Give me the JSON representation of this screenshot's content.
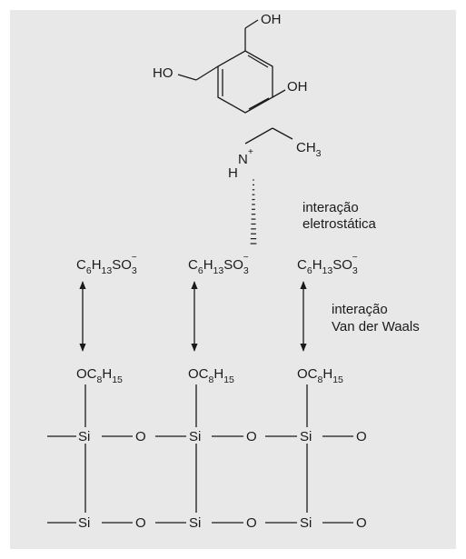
{
  "colors": {
    "panel_background": "#e8e8e8",
    "ink": "#1a1a1a"
  },
  "molecule": {
    "oh_top": "OH",
    "oh_right": "OH",
    "ho_left": "HO",
    "n": "N",
    "n_charge": "+",
    "h": "H",
    "ch": "CH",
    "ch_sub": "3"
  },
  "annotations": {
    "electrostatic_line1": "interação",
    "electrostatic_line2": "eletrostática",
    "vdw_line1": "interação",
    "vdw_line2": "Van der Waals"
  },
  "sulfonate": {
    "c": "C",
    "c_sub": "6",
    "h": "H",
    "h_sub": "13",
    "so": "SO",
    "so_sub": "3",
    "charge": "−"
  },
  "octyl": {
    "oc": "OC",
    "oc_sub": "8",
    "h": "H",
    "h_sub": "15"
  },
  "silica": {
    "si": "Si",
    "o": "O"
  }
}
